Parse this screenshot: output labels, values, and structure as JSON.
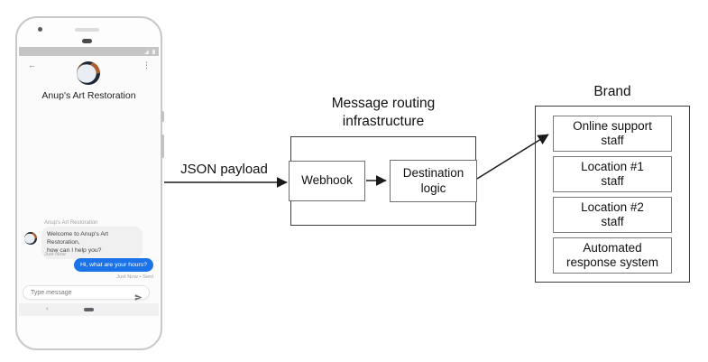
{
  "phone": {
    "status_bar": {
      "signal_icon": "signal-triangle",
      "battery_icon": "battery"
    },
    "header": {
      "back_icon": "←",
      "menu_icon": "⋮",
      "title": "Anup's Art Restoration"
    },
    "chat": {
      "sender_label": "Anup's Art Restoration",
      "incoming": {
        "text": "Welcome to Anup's Art Restoration,\nhow can I help you?",
        "timestamp": "Just Now"
      },
      "outgoing": {
        "text": "Hi, what are your hours?",
        "timestamp": "Just Now • Sent"
      }
    },
    "composer": {
      "placeholder": "Type message",
      "send_icon": "send-paper-plane"
    },
    "nav": {
      "back_icon": "‹"
    }
  },
  "diagram": {
    "payload_label": "JSON payload",
    "routing": {
      "title": "Message routing\ninfrastructure",
      "webhook": "Webhook",
      "destination": "Destination\nlogic"
    },
    "brand": {
      "title": "Brand",
      "targets": [
        "Online support\nstaff",
        "Location #1\nstaff",
        "Location #2\nstaff",
        "Automated\nresponse system"
      ]
    }
  },
  "colors": {
    "outgoing_bubble": "#1a73e8",
    "incoming_bubble": "#f1f0f0",
    "status_bar": "#c5c5c5",
    "arrow": "#1a1a1a"
  }
}
